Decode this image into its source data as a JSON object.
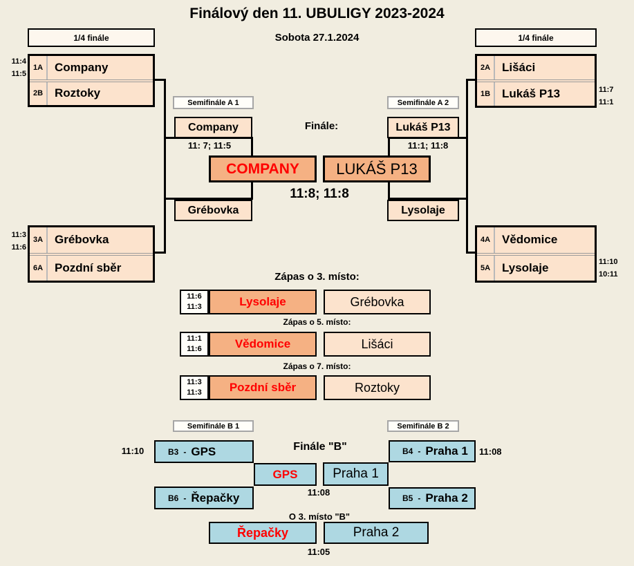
{
  "title": "Finálový den 11. UBULIGY 2023-2024",
  "subtitle": "Sobota 27.1.2024",
  "colors": {
    "background": "#f1ede0",
    "team_box": "#fce3cd",
    "winner_box": "#f5b183",
    "b_box": "#aed8e2",
    "header_box": "#fdf7ee",
    "accent_red": "#ff0000"
  },
  "quarterfinals": {
    "header_left": "1/4 finále",
    "header_right": "1/4 finále",
    "top_left": {
      "scores": [
        "11:4",
        "11:5"
      ],
      "rows": [
        {
          "code": "1A",
          "name": "Company"
        },
        {
          "code": "2B",
          "name": "Roztoky"
        }
      ]
    },
    "top_right": {
      "scores": [
        "11:7",
        "11:1"
      ],
      "rows": [
        {
          "code": "2A",
          "name": "Lišáci"
        },
        {
          "code": "1B",
          "name": "Lukáš P13"
        }
      ]
    },
    "bottom_left": {
      "scores": [
        "11:3",
        "11:6"
      ],
      "rows": [
        {
          "code": "3A",
          "name": "Grébovka"
        },
        {
          "code": "6A",
          "name": "Pozdní sběr"
        }
      ]
    },
    "bottom_right": {
      "scores": [
        "11:10",
        "10:11"
      ],
      "rows": [
        {
          "code": "4A",
          "name": "Vědomice"
        },
        {
          "code": "5A",
          "name": "Lysolaje"
        }
      ]
    }
  },
  "semifinal_a1": {
    "label": "Semifinále A 1",
    "team_top": "Company",
    "team_bottom": "Grébovka",
    "score": "11: 7; 11:5"
  },
  "semifinal_a2": {
    "label": "Semifinále A 2",
    "team_top": "Lukáš P13",
    "team_bottom": "Lysolaje",
    "score": "11:1; 11:8"
  },
  "final": {
    "label": "Finále:",
    "winner": "COMPANY",
    "runner_up": "LUKÁŠ P13",
    "score": "11:8; 11:8"
  },
  "placement_matches": [
    {
      "heading": "Zápas o 3. místo:",
      "scores": [
        "11:6",
        "11:3"
      ],
      "winner": "Lysolaje",
      "loser": "Grébovka"
    },
    {
      "heading": "Zápas o 5. místo:",
      "scores": [
        "11:1",
        "11:6"
      ],
      "winner": "Vědomice",
      "loser": "Lišáci"
    },
    {
      "heading": "Zápas o 7. místo:",
      "scores": [
        "11:3",
        "11:3"
      ],
      "winner": "Pozdní sběr",
      "loser": "Roztoky"
    }
  ],
  "bracket_b": {
    "label_b1": "Semifinále B 1",
    "label_b2": "Semifinále B 2",
    "semi1": {
      "score": "11:10",
      "top": {
        "code": "B3",
        "sep": "-",
        "name": "GPS"
      },
      "bottom": {
        "code": "B6",
        "sep": "-",
        "name": "Řepačky"
      }
    },
    "semi2": {
      "score": "11:08",
      "top": {
        "code": "B4",
        "sep": "-",
        "name": "Praha 1"
      },
      "bottom": {
        "code": "B5",
        "sep": "-",
        "name": "Praha 2"
      }
    },
    "final_b": {
      "heading": "Finále \"B\"",
      "winner": "GPS",
      "runner_up": "Praha 1",
      "score": "11:08"
    },
    "third_b": {
      "heading": "O 3. místo \"B\"",
      "winner": "Řepačky",
      "runner_up": "Praha 2",
      "score": "11:05"
    }
  }
}
